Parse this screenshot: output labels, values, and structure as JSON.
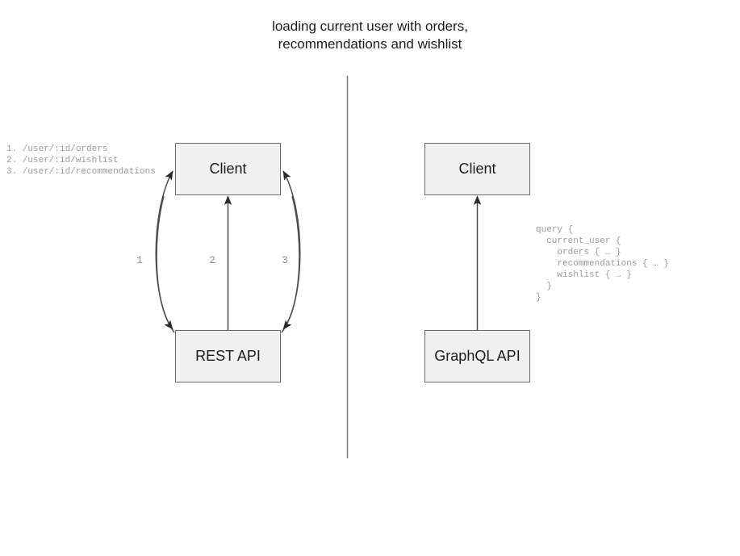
{
  "title": "loading current user with orders,\nrecommendations and wishlist",
  "colors": {
    "box_fill": "#f0f0f0",
    "box_border": "#6b6b6b",
    "edge_stroke": "#4d4d4d",
    "divider_stroke": "#7d7d7d",
    "note_text": "#9a9a9a",
    "title_text": "#1c1c1c"
  },
  "rest_side": {
    "client_label": "Client",
    "api_label": "REST API",
    "endpoints_note": "1. /user/:id/orders\n2. /user/:id/wishlist\n3. /user/:id/recommendations",
    "edge_labels": [
      "1",
      "2",
      "3"
    ]
  },
  "graphql_side": {
    "client_label": "Client",
    "api_label": "GraphQL API",
    "query_note": "query {\n  current_user {\n    orders { … }\n    recommendations { … }\n    wishlist { … }\n  }\n}"
  },
  "divider": {
    "name": "vertical-divider"
  }
}
